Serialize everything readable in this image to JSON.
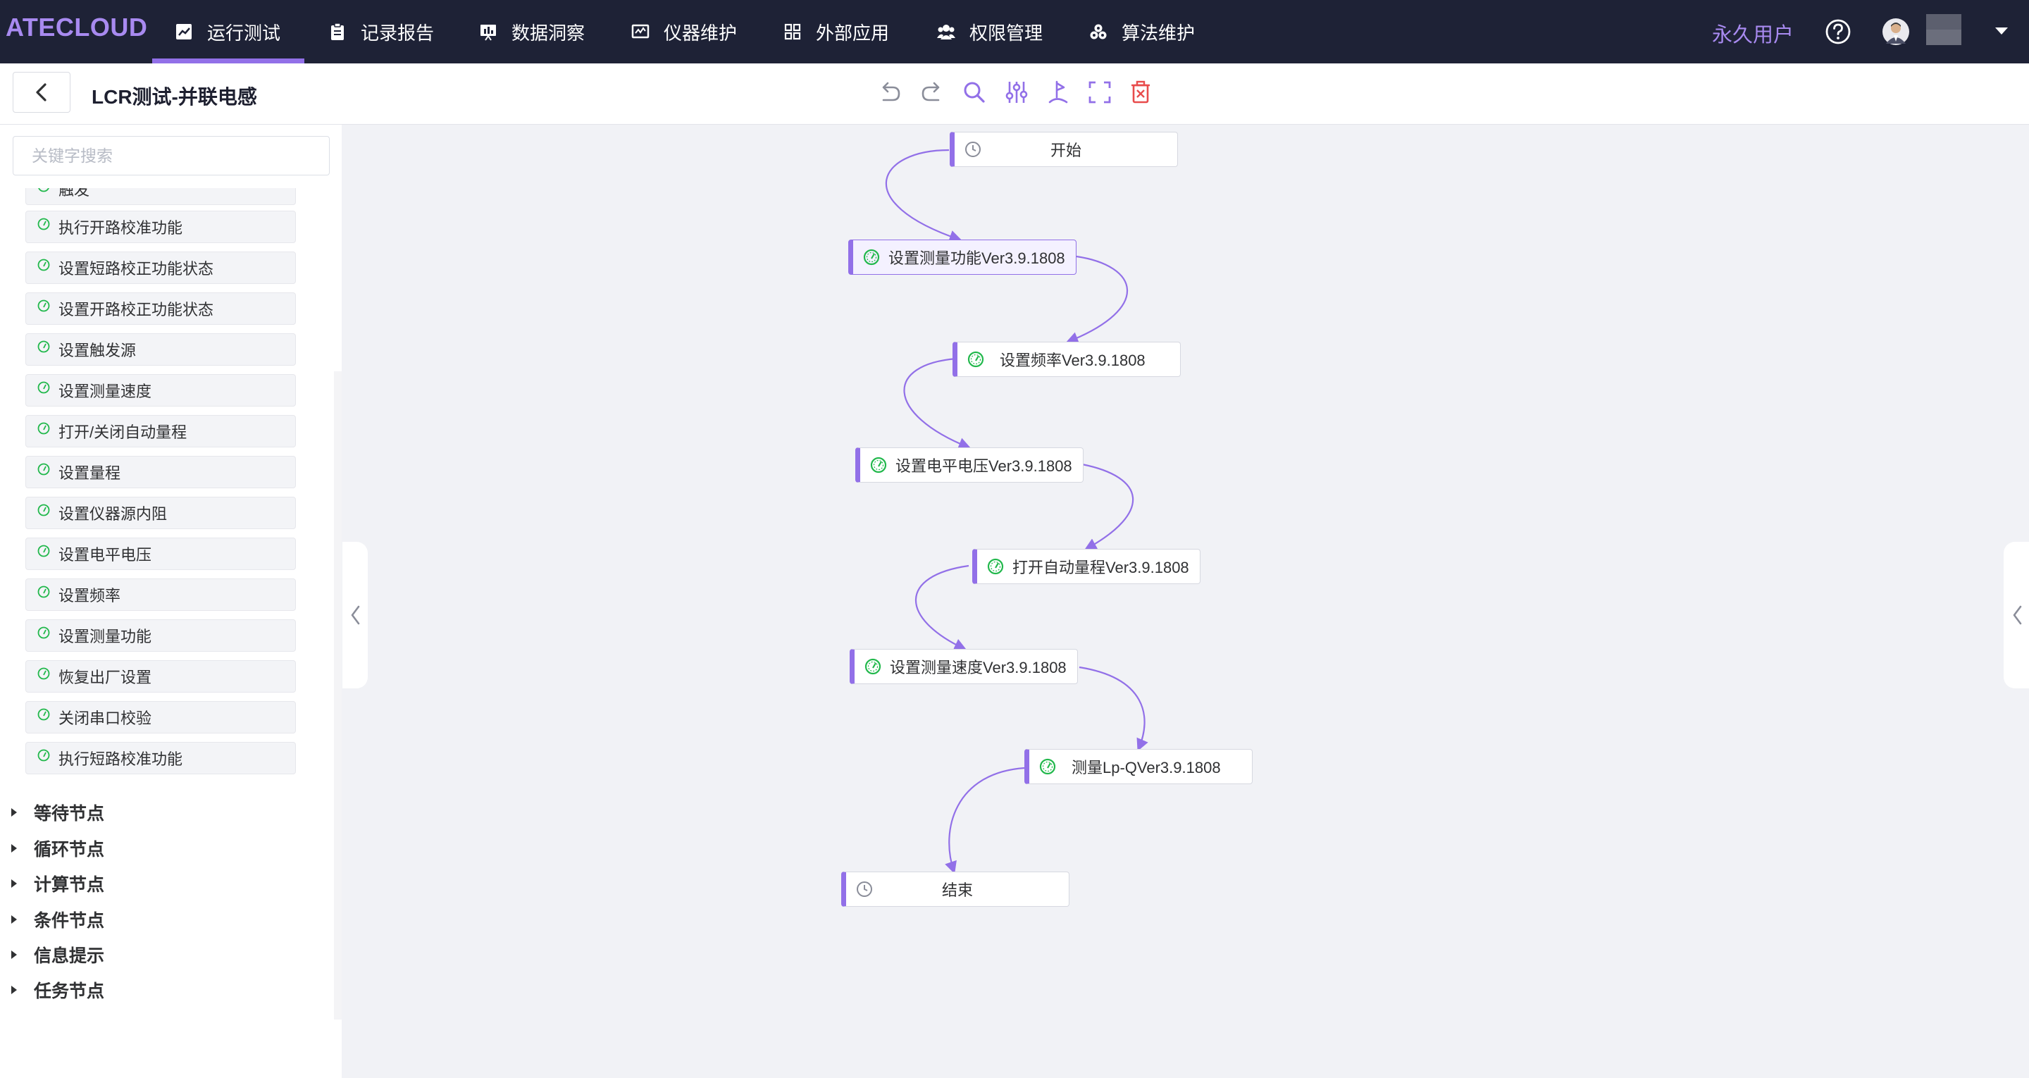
{
  "app": {
    "logo": "ATECLOUD"
  },
  "nav": {
    "items": [
      {
        "label": "运行测试",
        "icon": "chart-icon",
        "active": true
      },
      {
        "label": "记录报告",
        "icon": "clipboard-icon"
      },
      {
        "label": "数据洞察",
        "icon": "presentation-icon"
      },
      {
        "label": "仪器维护",
        "icon": "monitor-icon"
      },
      {
        "label": "外部应用",
        "icon": "apps-grid-icon"
      },
      {
        "label": "权限管理",
        "icon": "users-icon"
      },
      {
        "label": "算法维护",
        "icon": "cluster-icon"
      }
    ],
    "user_label": "永久用户"
  },
  "toolbar": {
    "title": "LCR测试-并联电感",
    "tools": [
      "undo-icon",
      "redo-icon",
      "zoom-icon",
      "settings-sliders-icon",
      "run-icon",
      "fullscreen-icon",
      "delete-icon"
    ]
  },
  "sidebar": {
    "search_placeholder": "关键字搜索",
    "partial_item": "触发",
    "items": [
      "执行开路校准功能",
      "设置短路校正功能状态",
      "设置开路校正功能状态",
      "设置触发源",
      "设置测量速度",
      "打开/关闭自动量程",
      "设置量程",
      "设置仪器源内阻",
      "设置电平电压",
      "设置频率",
      "设置测量功能",
      "恢复出厂设置",
      "关闭串口校验",
      "执行短路校准功能"
    ],
    "groups": [
      "等待节点",
      "循环节点",
      "计算节点",
      "条件节点",
      "信息提示",
      "任务节点"
    ]
  },
  "flow": {
    "nodes": [
      {
        "label": "开始",
        "icon": "clock-icon"
      },
      {
        "label": "设置测量功能Ver3.9.1808",
        "icon": "gauge-icon",
        "selected": true
      },
      {
        "label": "设置频率Ver3.9.1808",
        "icon": "gauge-icon"
      },
      {
        "label": "设置电平电压Ver3.9.1808",
        "icon": "gauge-icon"
      },
      {
        "label": "打开自动量程Ver3.9.1808",
        "icon": "gauge-icon"
      },
      {
        "label": "设置测量速度Ver3.9.1808",
        "icon": "gauge-icon"
      },
      {
        "label": "测量Lp-QVer3.9.1808",
        "icon": "gauge-icon"
      },
      {
        "label": "结束",
        "icon": "clock-icon"
      }
    ]
  },
  "colors": {
    "topbar": "#1e2236",
    "accent": "#9270e8",
    "logo": "#a88af0",
    "gauge_green": "#22b84c",
    "delete_red": "#e84c4c"
  }
}
